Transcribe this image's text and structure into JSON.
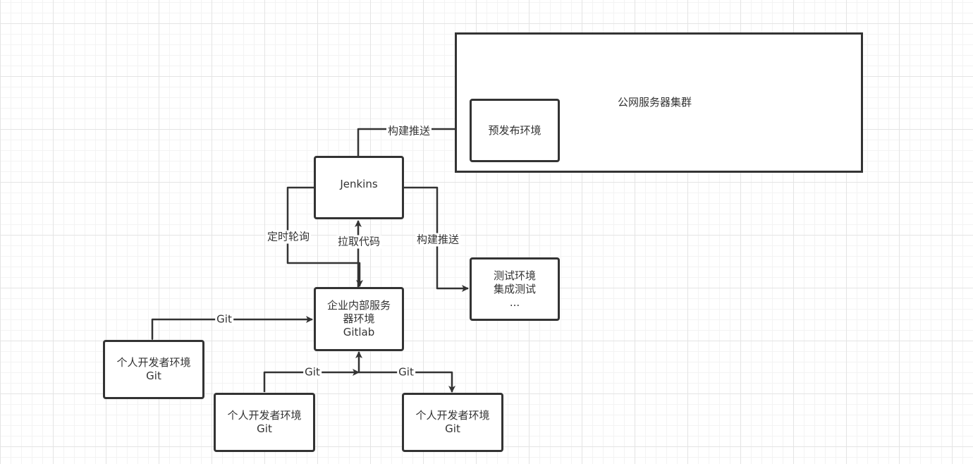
{
  "diagram": {
    "container": {
      "label": "公网服务器集群"
    },
    "nodes": {
      "preprod": {
        "lines": [
          "预发布环境"
        ]
      },
      "jenkins": {
        "lines": [
          "Jenkins"
        ]
      },
      "test": {
        "lines": [
          "测试环境",
          "集成测试",
          "..."
        ]
      },
      "gitlab": {
        "lines": [
          "企业内部服务",
          "器环境",
          "Gitlab"
        ]
      },
      "dev_left": {
        "lines": [
          "个人开发者环境",
          "Git"
        ]
      },
      "dev_mid": {
        "lines": [
          "个人开发者环境",
          "Git"
        ]
      },
      "dev_right": {
        "lines": [
          "个人开发者环境",
          "Git"
        ]
      }
    },
    "edges": {
      "jenkins_to_preprod": "构建推送",
      "jenkins_to_test": "构建推送",
      "jenkins_poll_gitlab": "定时轮询",
      "gitlab_to_jenkins": "拉取代码",
      "gitlab_to_dev_left": "Git",
      "gitlab_to_dev_mid": "Git",
      "gitlab_to_dev_right": "Git"
    },
    "colors": {
      "stroke": "#333333",
      "fill": "#ffffff",
      "grid": "#e4e4e4"
    }
  }
}
